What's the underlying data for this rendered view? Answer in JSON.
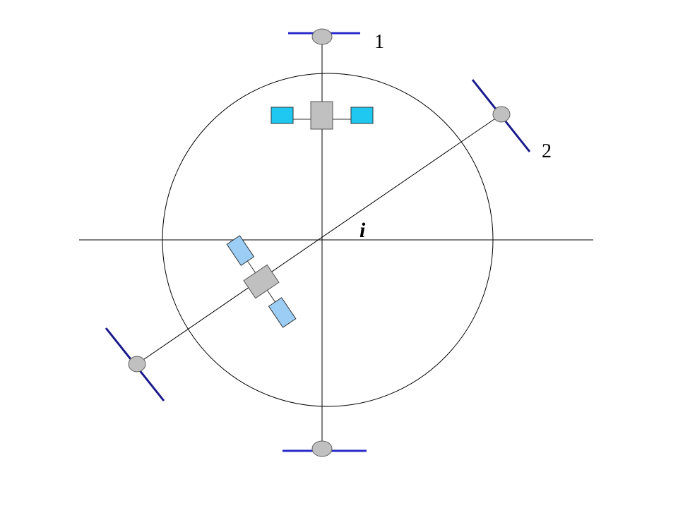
{
  "labels": {
    "orbit_1": "1",
    "orbit_2": "2",
    "inclination": "i"
  },
  "colors": {
    "background": "#ffffff",
    "line": "#000000",
    "planet_pole_bar": "#2b2bcc",
    "planet_pole_bar_tilted": "#1a1a8c",
    "pivot_fill": "#c0c0c0",
    "pivot_stroke": "#606060",
    "satellite_body": "#c0c0c0",
    "satellite_panel_1": "#1ec8f0",
    "satellite_panel_2": "#9ccdf4",
    "panel_stroke": "#333333"
  }
}
